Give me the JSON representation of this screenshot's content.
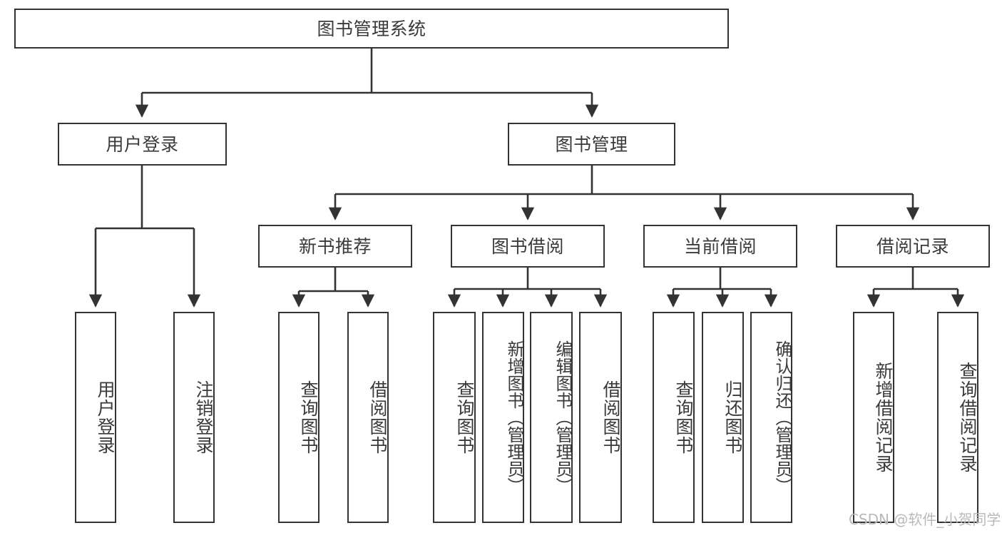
{
  "diagram": {
    "title": "图书管理系统",
    "type": "tree-hierarchy-diagram",
    "root": {
      "label": "图书管理系统"
    },
    "level2": [
      {
        "label": "用户登录"
      },
      {
        "label": "图书管理"
      }
    ],
    "level3": [
      {
        "label": "新书推荐"
      },
      {
        "label": "图书借阅"
      },
      {
        "label": "当前借阅"
      },
      {
        "label": "借阅记录"
      }
    ],
    "leaves": {
      "user_login": [
        {
          "label": "用户登录"
        },
        {
          "label": "注销登录"
        }
      ],
      "new_book_recommend": [
        {
          "label": "查询图书"
        },
        {
          "label": "借阅图书"
        }
      ],
      "book_borrow": [
        {
          "label": "查询图书"
        },
        {
          "label": "新增图书（管理员）"
        },
        {
          "label": "编辑图书（管理员）"
        },
        {
          "label": "借阅图书"
        }
      ],
      "current_borrow": [
        {
          "label": "查询图书"
        },
        {
          "label": "归还图书"
        },
        {
          "label": "确认归还（管理员）"
        }
      ],
      "borrow_record": [
        {
          "label": "新增借阅记录"
        },
        {
          "label": "查询借阅记录"
        }
      ]
    }
  },
  "watermark": {
    "text": "CSDN @软件_小贺同学"
  },
  "colors": {
    "border": "#333333",
    "text": "#3a3a3a",
    "background": "#ffffff",
    "watermark": "#b9b9b9"
  }
}
